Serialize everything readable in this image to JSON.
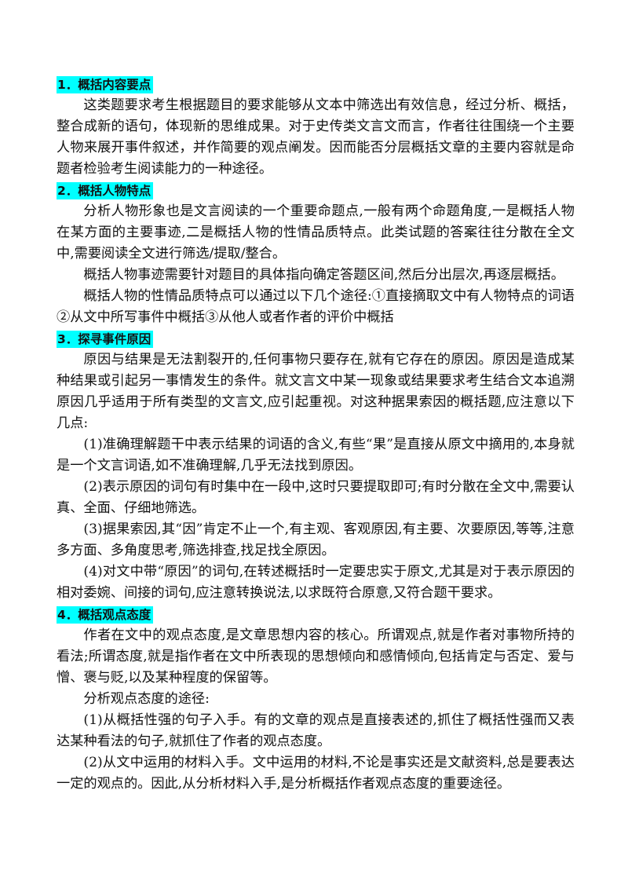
{
  "sections": [
    {
      "heading": "1．概括内容要点",
      "paragraphs": [
        "这类题要求考生根据题目的要求能够从文本中筛选出有效信息，经过分析、概括，整合成新的语句，体现新的思维成果。对于史传类文言文而言，作者往往围绕一个主要人物来展开事件叙述，并作简要的观点阐发。因而能否分层概括文章的主要内容就是命题者检验考生阅读能力的一种途径。"
      ]
    },
    {
      "heading": "2．概括人物特点",
      "paragraphs": [
        "分析人物形象也是文言阅读的一个重要命题点,一般有两个命题角度,一是概括人物在某方面的主要事迹,二是概括人物的性情品质特点。此类试题的答案往往分散在全文中,需要阅读全文进行筛选/提取/整合。",
        "概括人物事迹需要针对题目的具体指向确定答题区间,然后分出层次,再逐层概括。",
        "概括人物的性情品质特点可以通过以下几个途径:①直接摘取文中有人物特点的词语②从文中所写事件中概括③从他人或者作者的评价中概括"
      ]
    },
    {
      "heading": "3．探寻事件原因",
      "paragraphs": [
        "原因与结果是无法割裂开的,任何事物只要存在,就有它存在的原因。原因是造成某种结果或引起另一事情发生的条件。就文言文中某一现象或结果要求考生结合文本追溯原因几乎适用于所有类型的文言文,应引起重视。对这种据果索因的概括题,应注意以下几点:",
        "(1)准确理解题干中表示结果的词语的含义,有些“果”是直接从原文中摘用的,本身就是一个文言词语,如不准确理解,几乎无法找到原因。",
        "(2)表示原因的词句有时集中在一段中,这时只要提取即可;有时分散在全文中,需要认真、全面、仔细地筛选。",
        "(3)据果索因,其“因”肯定不止一个,有主观、客观原因,有主要、次要原因,等等,注意多方面、多角度思考,筛选排查,找足找全原因。",
        "(4)对文中带“原因”的词句,在转述概括时一定要忠实于原文,尤其是对于表示原因的相对委婉、间接的词句,应注意转换说法,以求既符合原意,又符合题干要求。"
      ]
    },
    {
      "heading": "4．概括观点态度",
      "paragraphs": [
        "作者在文中的观点态度,是文章思想内容的核心。所谓观点,就是作者对事物所持的看法;所谓态度,就是指作者在文中所表现的思想倾向和感情倾向,包括肯定与否定、爱与憎、褒与贬,以及某种程度的保留等。",
        "分析观点态度的途径:",
        "(1)从概括性强的句子入手。有的文章的观点是直接表述的,抓住了概括性强而又表达某种看法的句子,就抓住了作者的观点态度。",
        "(2)从文中运用的材料入手。文中运用的材料,不论是事实还是文献资料,总是要表达一定的观点的。因此,从分析材料入手,是分析概括作者观点态度的重要途径。"
      ]
    }
  ],
  "colors": {
    "highlight": "#00ffff",
    "text": "#111111"
  }
}
